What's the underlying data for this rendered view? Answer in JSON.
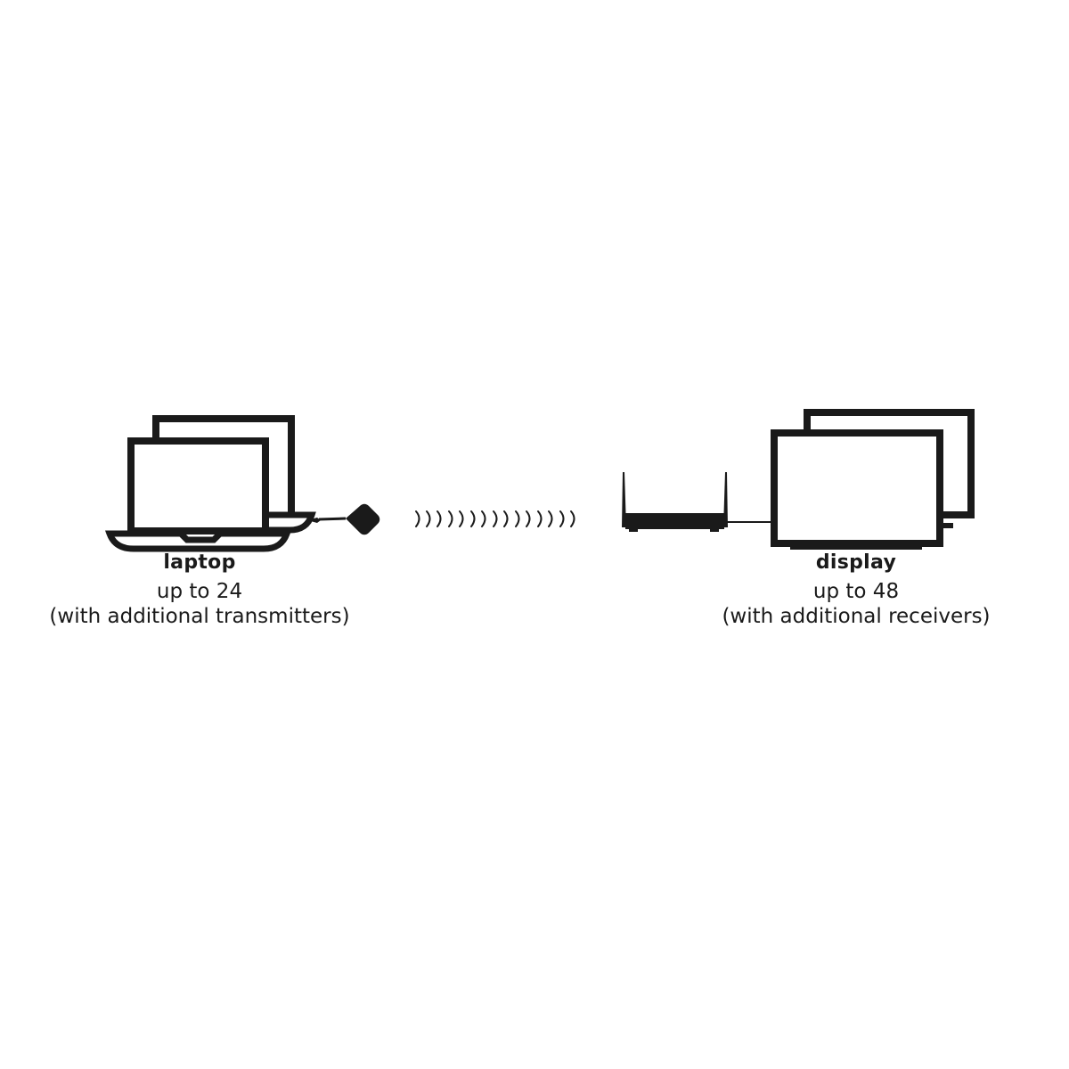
{
  "laptop": {
    "title": "laptop",
    "count_line": "up to 24",
    "note_line": "(with additional transmitters)",
    "icon": "laptop-stack-icon",
    "accessory_icon": "transmitter-dongle-icon"
  },
  "wireless": {
    "icon": "wireless-signal-icon",
    "arc_count": 15
  },
  "display": {
    "title": "display",
    "count_line": "up to 48",
    "note_line": "(with additional receivers)",
    "icon": "display-stack-icon",
    "accessory_icon": "receiver-router-icon"
  },
  "colors": {
    "stroke": "#1a1a1a",
    "background": "#ffffff"
  }
}
